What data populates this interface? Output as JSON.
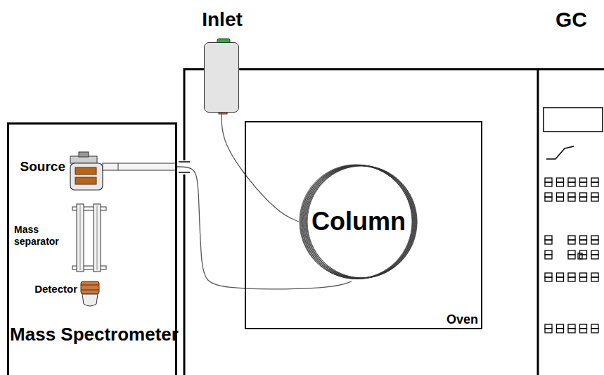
{
  "diagram": {
    "nodes": [
      {
        "text": [
          "Mass Spectrometer"
        ]
      },
      {
        "text": [
          "Source"
        ],
        "in": 0
      },
      {
        "text": [
          "Mass separator"
        ],
        "in": 0
      },
      {
        "text": [
          "Detector"
        ],
        "in": 0
      },
      {
        "text": [
          "GC"
        ]
      },
      {
        "text": [
          "Inlet"
        ],
        "in": 4
      },
      {
        "text": [
          "Oven"
        ],
        "in": 4
      },
      {
        "text": [
          "Column"
        ],
        "in": 6
      }
    ],
    "edges": [
      {
        "from": 5,
        "to": 7,
        "arrow": "none"
      },
      {
        "from": 7,
        "to": 1,
        "arrow": "none"
      }
    ]
  }
}
